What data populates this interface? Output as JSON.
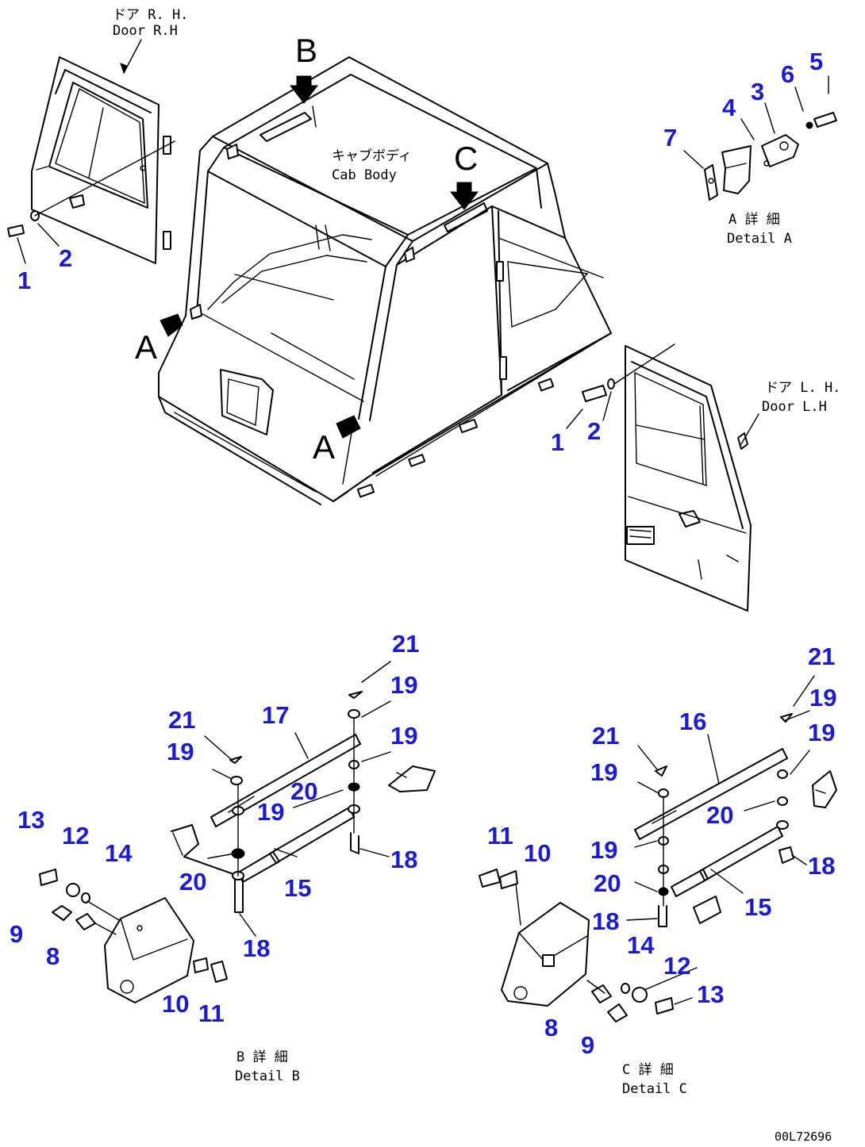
{
  "labels": {
    "door_rh_jp": "ドア R. H.",
    "door_rh_en": "Door R.H",
    "door_lh_jp": "ドア L. H.",
    "door_lh_en": "Door L.H",
    "cab_body_jp": "キャブボディ",
    "cab_body_en": "Cab Body",
    "detail_a_jp": "A 詳 細",
    "detail_a_en": "Detail A",
    "detail_b_jp": "B 詳 細",
    "detail_b_en": "Detail B",
    "detail_c_jp": "C 詳 細",
    "detail_c_en": "Detail C",
    "view_b": "B",
    "view_c": "C",
    "view_a": "A",
    "drawing_code": "00L72696"
  },
  "part_numbers": {
    "rh_door": [
      "1",
      "2"
    ],
    "lh_door": [
      "1",
      "2"
    ],
    "detail_a": [
      "3",
      "4",
      "5",
      "6",
      "7"
    ],
    "detail_b": [
      "21",
      "19",
      "17",
      "21",
      "19",
      "19",
      "20",
      "19",
      "13",
      "12",
      "14",
      "20",
      "15",
      "18",
      "9",
      "8",
      "18",
      "10",
      "11"
    ],
    "detail_c": [
      "21",
      "19",
      "16",
      "19",
      "21",
      "19",
      "20",
      "19",
      "11",
      "10",
      "20",
      "15",
      "18",
      "18",
      "14",
      "12",
      "13",
      "8",
      "9"
    ]
  },
  "colors": {
    "callout": "#1a1adf",
    "line": "#000000"
  }
}
